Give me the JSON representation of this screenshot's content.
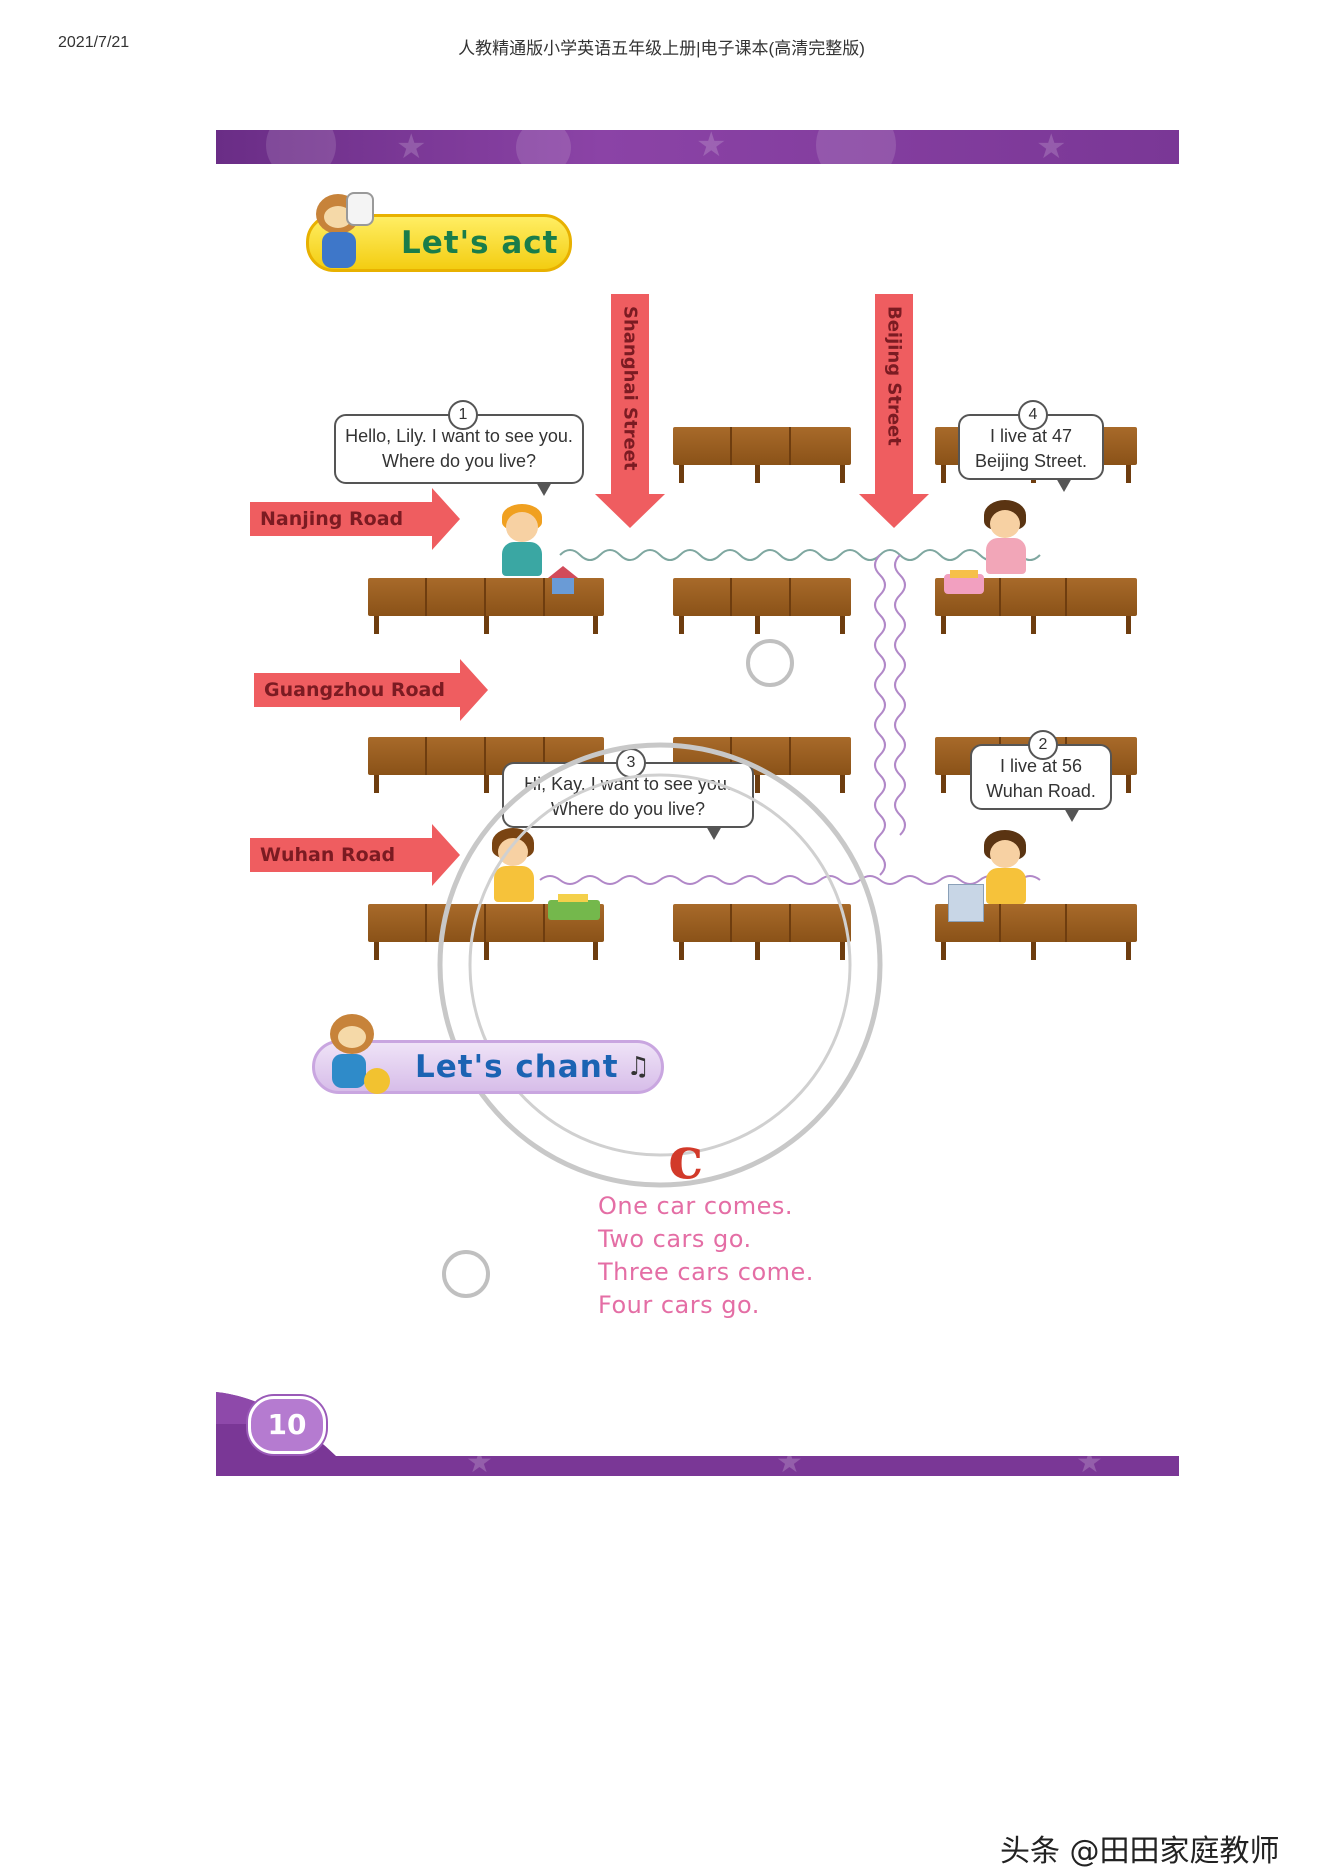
{
  "header": {
    "date": "2021/7/21",
    "title": "人教精通版小学英语五年级上册|电子课本(高清完整版)"
  },
  "sections": {
    "act_title": "Let's act",
    "chant_title": "Let's chant"
  },
  "roads": [
    "Nanjing Road",
    "Guangzhou Road",
    "Wuhan Road"
  ],
  "streets": [
    "Shanghai Street",
    "Beijing Street"
  ],
  "bubbles": [
    {
      "num": "1",
      "text": "Hello, Lily. I want to see you. Where do you live?"
    },
    {
      "num": "4",
      "text": "I live at 47 Beijing Street."
    },
    {
      "num": "3",
      "text": "Hi, Kay. I want to see you. Where do you live?"
    },
    {
      "num": "2",
      "text": "I live at 56 Wuhan Road."
    }
  ],
  "chant": {
    "letter": "c",
    "lines": [
      "One car comes.",
      "Two cars go.",
      "Three cars come.",
      "Four cars go."
    ]
  },
  "page_number": "10",
  "footer_watermark": "头条 @田田家庭教师",
  "colors": {
    "band": "#7a3796",
    "road_arrow": "#ef5d60",
    "bench": "#8a5218",
    "chant_text": "#e46ea5"
  }
}
